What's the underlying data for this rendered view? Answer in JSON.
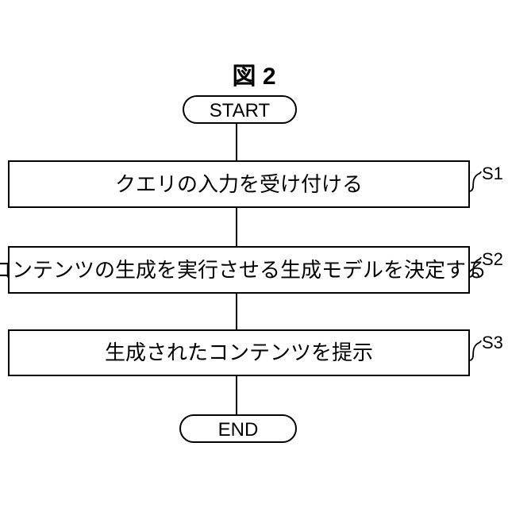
{
  "figure": {
    "title": "図 2",
    "terminals": {
      "start": "START",
      "end": "END"
    },
    "steps": [
      {
        "label": "S1",
        "text": "クエリの入力を受け付ける"
      },
      {
        "label": "S2",
        "text": "コンテンツの生成を実行させる生成モデルを決定する"
      },
      {
        "label": "S3",
        "text": "生成されたコンテンツを提示"
      }
    ],
    "colors": {
      "stroke": "#000000",
      "background": "#ffffff",
      "text": "#000000"
    }
  }
}
